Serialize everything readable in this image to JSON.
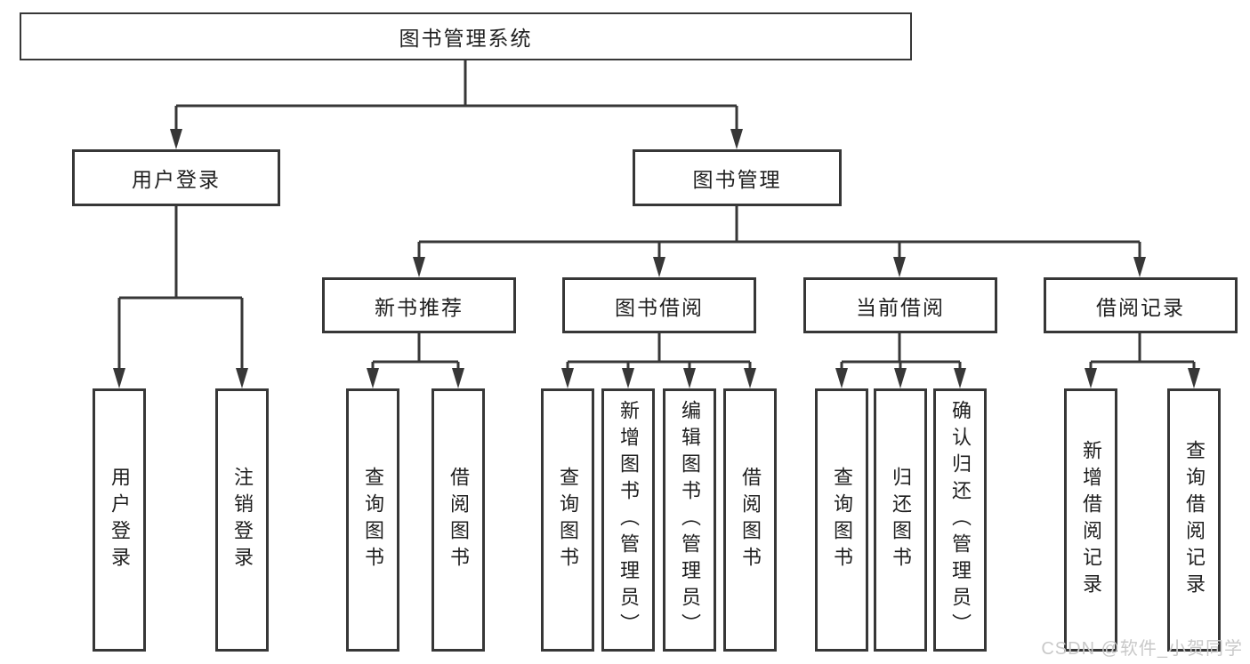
{
  "canvas": {
    "background": "#ffffff",
    "line_color": "#373737",
    "text_color": "#1f1f1f",
    "watermark_color": "#c9c9c9"
  },
  "watermark": {
    "text": "CSDN @软件_小贺同学"
  },
  "tree": {
    "root": {
      "label": "图书管理系统"
    },
    "level1": [
      {
        "label": "用户登录",
        "children": [
          {
            "label": "用户登录"
          },
          {
            "label": "注销登录"
          }
        ]
      },
      {
        "label": "图书管理"
      }
    ],
    "level2": [
      {
        "label": "新书推荐",
        "children": [
          {
            "label": "查询图书"
          },
          {
            "label": "借阅图书"
          }
        ]
      },
      {
        "label": "图书借阅",
        "children": [
          {
            "label": "查询图书"
          },
          {
            "label": "新增图书（管理员）"
          },
          {
            "label": "编辑图书（管理员）"
          },
          {
            "label": "借阅图书"
          }
        ]
      },
      {
        "label": "当前借阅",
        "children": [
          {
            "label": "查询图书"
          },
          {
            "label": "归还图书"
          },
          {
            "label": "确认归还（管理员）"
          }
        ]
      },
      {
        "label": "借阅记录",
        "children": [
          {
            "label": "新增借阅记录"
          },
          {
            "label": "查询借阅记录"
          }
        ]
      }
    ]
  }
}
